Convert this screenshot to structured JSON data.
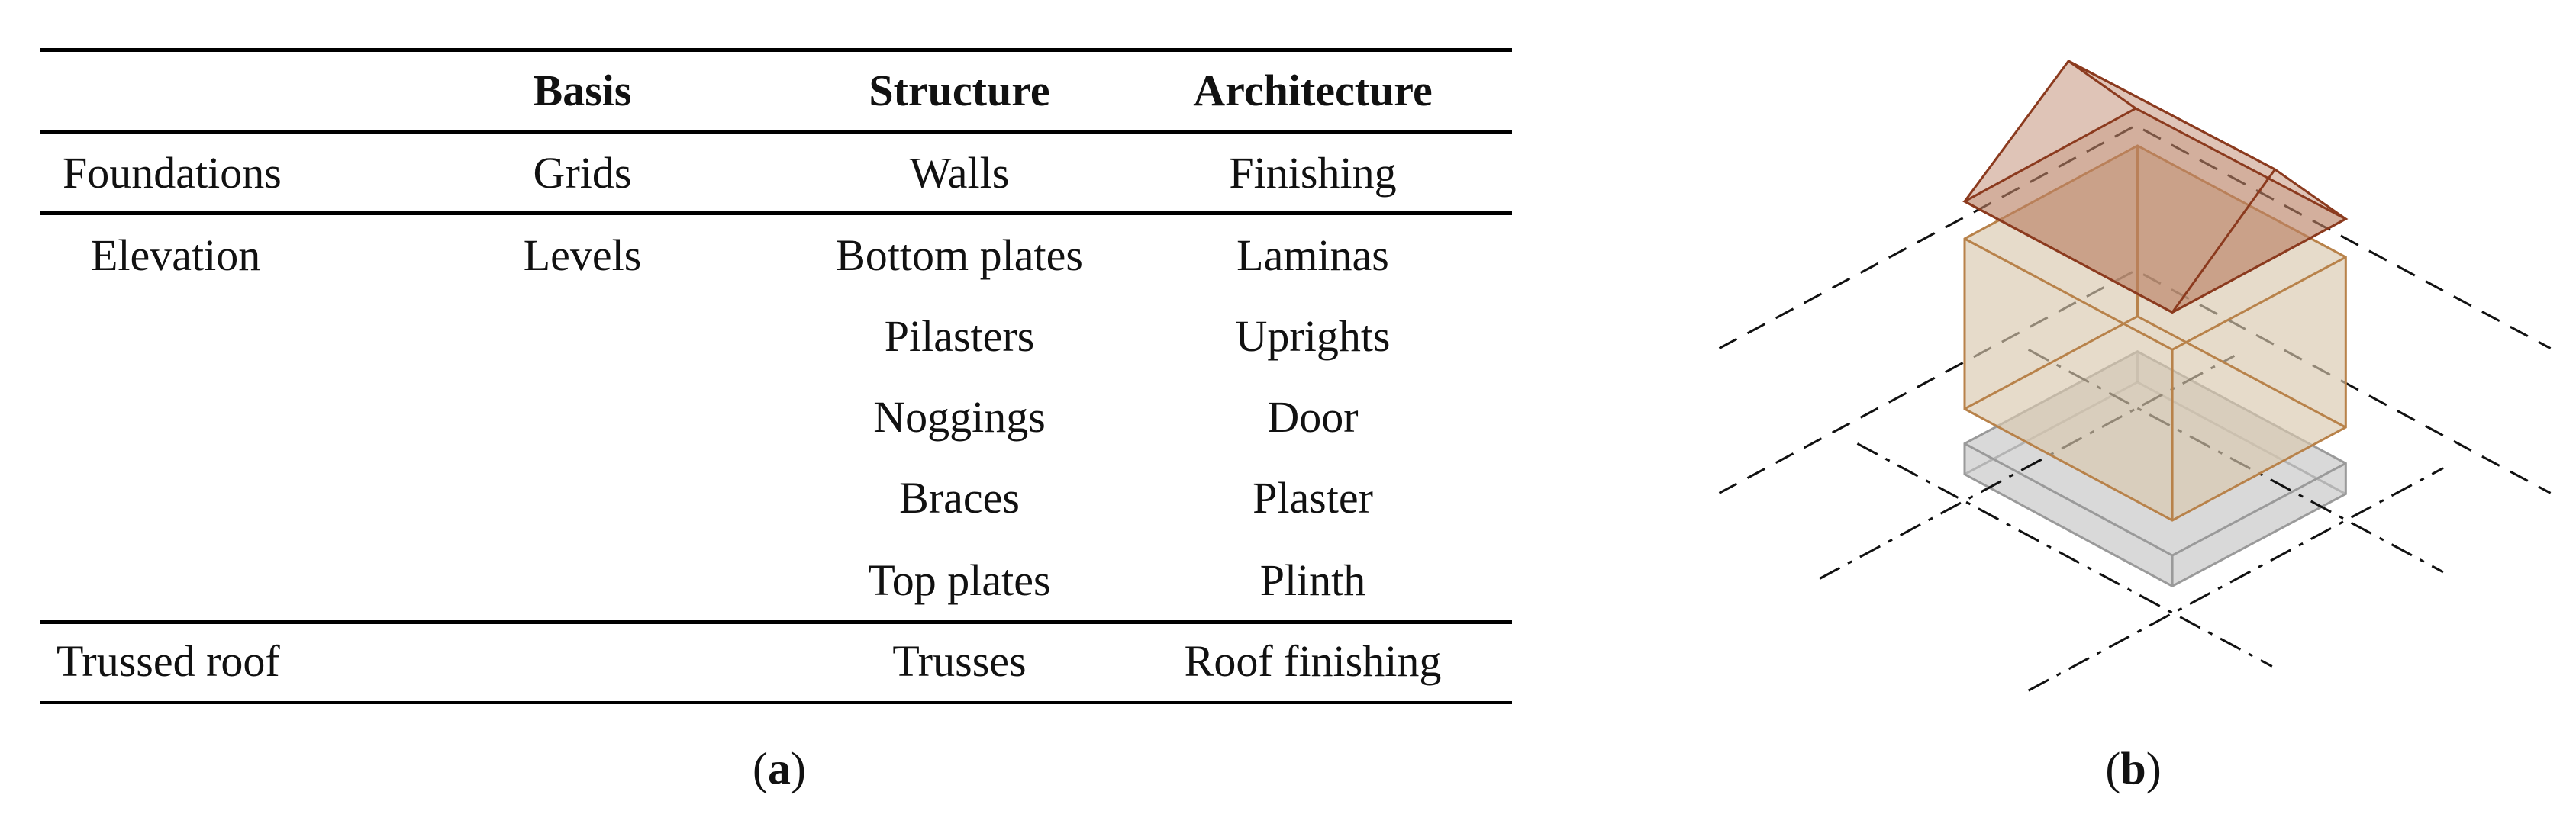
{
  "table": {
    "headers": [
      "",
      "Basis",
      "Structure",
      "Architecture"
    ],
    "rows": [
      {
        "group": "Foundations",
        "basis": [
          "Grids"
        ],
        "structure": [
          "Walls"
        ],
        "architecture": [
          "Finishing"
        ]
      },
      {
        "group": "Elevation",
        "basis": [
          "Levels"
        ],
        "structure": [
          "Bottom plates",
          "Pilasters",
          "Noggings",
          "Braces",
          "Top plates"
        ],
        "architecture": [
          "Laminas",
          "Uprights",
          "Door",
          "Plaster",
          "Plinth"
        ]
      },
      {
        "group": "Trussed roof",
        "basis": [],
        "structure": [
          "Trusses"
        ],
        "architecture": [
          "Roof finishing"
        ]
      }
    ]
  },
  "captions": {
    "a": "a",
    "b": "b"
  },
  "diagram": {
    "colors": {
      "roof": "#8b3a1e",
      "walls": "#b8824a",
      "slab": "#9a9a9a"
    }
  }
}
